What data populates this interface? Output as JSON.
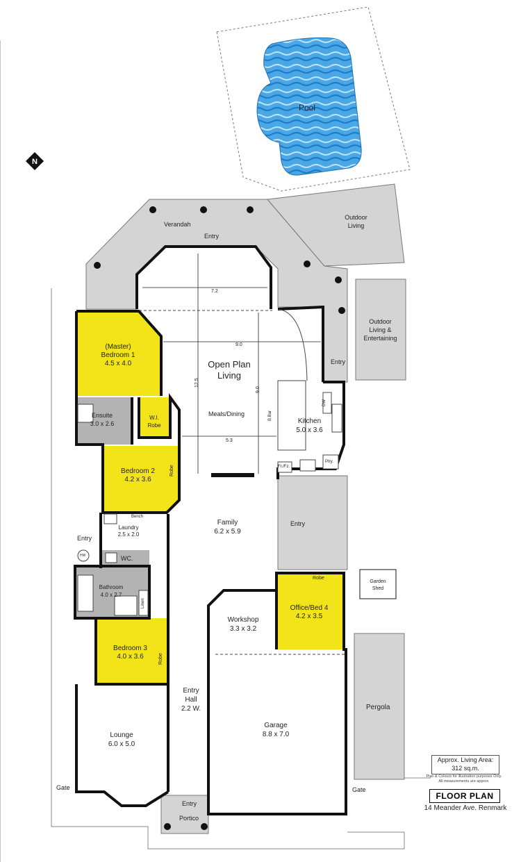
{
  "labels": {
    "pool": "Pool",
    "verandah": "Verandah",
    "entry_top": "Entry",
    "outdoor_living": [
      "Outdoor",
      "Living"
    ],
    "outdoor_ent": [
      "Outdoor",
      "Living &",
      "Entertaining"
    ],
    "entry_right": "Entry",
    "dim_72": "7.2",
    "dim_90": "9.0",
    "dim_125": "12.5",
    "dim_90v": "9.0",
    "dim_53": "5.3",
    "open_plan": [
      "Open Plan",
      "Living"
    ],
    "meals": "Meals/Dining",
    "bbar": "B.Bar",
    "kitchen": [
      "Kitchen",
      "5.0 x 3.6"
    ],
    "dw": "DW",
    "ptry": "Ptry.",
    "frfz": "Fr./Fz.",
    "master": [
      "(Master)",
      "Bedroom 1",
      "4.5 x 4.0"
    ],
    "ensuite": [
      "Ensuite",
      "3.0 x 2.6"
    ],
    "wir": [
      "W.I.",
      "Robe"
    ],
    "bed2": [
      "Bedroom 2",
      "4.2 x 3.6"
    ],
    "robe2": "Robe",
    "bench": "Bench",
    "laundry": [
      "Laundry",
      "2.5 x 2.0"
    ],
    "entry_left": "Entry",
    "hw": "HW",
    "wc": "WC.",
    "bathroom": [
      "Bathroom",
      "4.0 x 2.7"
    ],
    "linen": "Linen",
    "family": [
      "Family",
      "6.2 x 5.9"
    ],
    "entry_mid": "Entry",
    "robe_office": "Robe",
    "office": [
      "Office/Bed 4",
      "4.2 x 3.5"
    ],
    "garden_shed": [
      "Garden",
      "Shed"
    ],
    "workshop": [
      "Workshop",
      "3.3 x 3.2"
    ],
    "bed3": [
      "Bedroom 3",
      "4.0 x 3.6"
    ],
    "robe3": "Robe",
    "entry_hall": [
      "Entry",
      "Hall",
      "2.2 W."
    ],
    "garage": [
      "Garage",
      "8.8 x 7.0"
    ],
    "pergola": "Pergola",
    "lounge": [
      "Lounge",
      "6.0 x 5.0"
    ],
    "gate_left": "Gate",
    "gate_right": "Gate",
    "entry_portico": "Entry",
    "portico": "Portico"
  },
  "info": {
    "area_label": "Approx. Living Area:",
    "area_value": "312 sq.m.",
    "note_1": "Plan & Colours for illustration purposes Only.",
    "note_2": "All measurements are approx.",
    "title": "FLOOR  PLAN",
    "address": "14 Meander  Ave. Renmark"
  },
  "colors": {
    "bedroom": "#f3e319",
    "wet_area": "#b3b3b3",
    "outdoor": "#d4d4d4",
    "pool": "#3d9fe0",
    "wall": "#111111"
  }
}
